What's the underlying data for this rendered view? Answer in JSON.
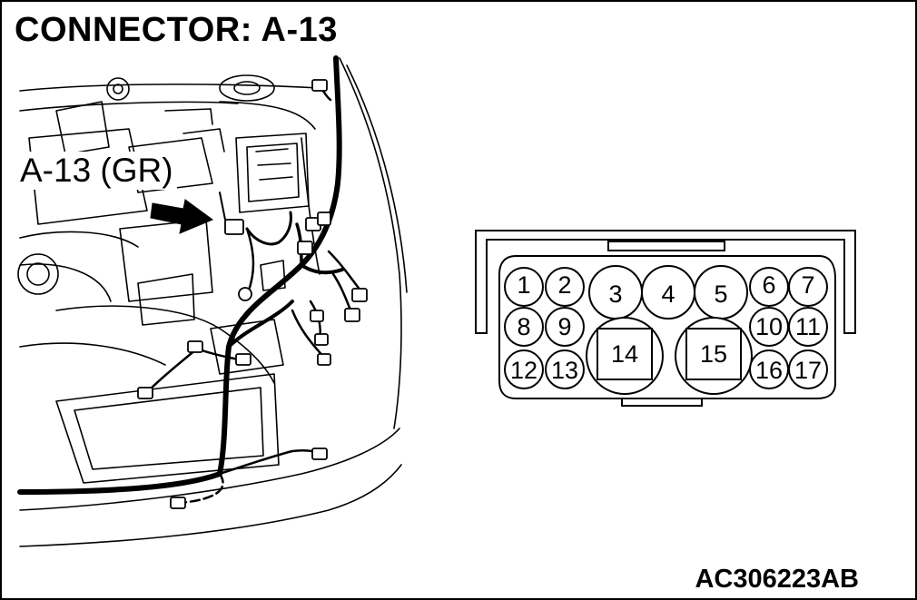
{
  "title": "CONNECTOR: A-13",
  "callout_label": "A-13 (GR)",
  "reference_code": "AC306223AB",
  "connector_pins": [
    "1",
    "2",
    "3",
    "4",
    "5",
    "6",
    "7",
    "8",
    "9",
    "10",
    "11",
    "12",
    "13",
    "14",
    "15",
    "16",
    "17"
  ]
}
